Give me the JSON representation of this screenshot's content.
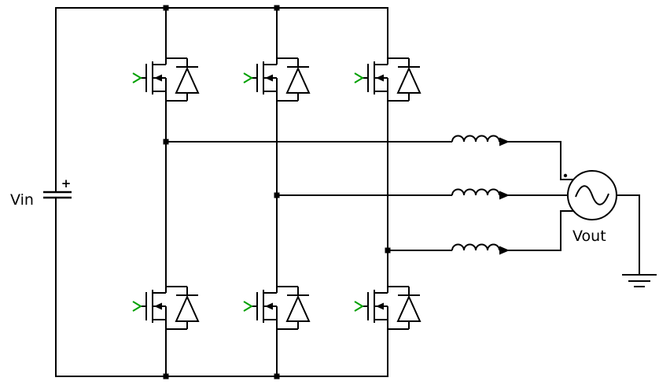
{
  "diagram": {
    "type": "circuit-schematic",
    "subject": "three-phase MOSFET inverter bridge",
    "labels": {
      "input_voltage": "Vin",
      "capacitor_polarity": "+",
      "output_voltage": "Vout"
    },
    "colors": {
      "wire": "#000000",
      "gate_lead": "#00a000",
      "background": "#ffffff",
      "text": "#000000"
    },
    "components": {
      "dc_input": "polarized capacitor source Vin",
      "switches": 6,
      "switch_type": "n-channel MOSFET with antiparallel body diode",
      "half_bridge_legs": 3,
      "output_inductors": 3,
      "ac_source": "sine source Vout",
      "reference": "earth ground"
    }
  }
}
